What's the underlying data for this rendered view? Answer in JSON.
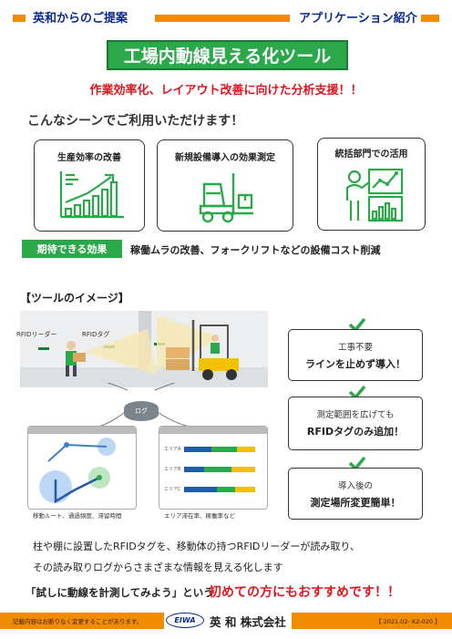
{
  "header": {
    "left_title": "英和からのご提案",
    "right_title": "アプリケーション紹介"
  },
  "title": "工場内動線見える化ツール",
  "subtitle": "作業効率化、レイアウト改善に向けた分析支援！！",
  "scenes": {
    "heading": "こんなシーンでご利用いただけます！",
    "cards": [
      {
        "label": "生産効率の改善",
        "icon": "growth-chart-icon"
      },
      {
        "label": "新規設備導入の効果測定",
        "icon": "forklift-icon"
      },
      {
        "label": "統括部門での活用",
        "icon": "presenter-chart-icon"
      }
    ]
  },
  "effect": {
    "badge": "期待できる効果",
    "text": "稼働ムラの改善、フォークリフトなどの設備コスト削減"
  },
  "tool": {
    "heading": "【ツールのイメージ】",
    "labels": {
      "reader": "RFIDリーダー",
      "tag": "RFIDタグ",
      "log": "ログ",
      "left_caption": "移動ルート、通過頻度、滞留時間",
      "right_caption": "エリア滞在率、稼働率など",
      "areas": [
        "エリアA",
        "エリアB",
        "エリアC"
      ]
    }
  },
  "features": [
    {
      "line1": "工事不要",
      "line2": "ラインを止めず導入！"
    },
    {
      "line1": "測定範囲を広げても",
      "line2": "RFIDタグのみ追加！"
    },
    {
      "line1": "導入後の",
      "line2": "測定場所変更簡単！"
    }
  ],
  "description": [
    "柱や棚に設置したRFIDタグを、移動体の持つRFIDリーダーが読み取り、",
    "その読み取りログからさまざまな情報を見える化します"
  ],
  "cta": {
    "quote": "「試しに動線を計測してみよう」という",
    "highlight": "初めての方にもおすすめです！！"
  },
  "footer": {
    "note": "記載内容はお断りなく変更することがあります。",
    "logo_mark": "EIWA",
    "company": "英 和 株式会社",
    "code": "【 2021.02- K2-020 】"
  },
  "colors": {
    "accent_orange": "#f08c00",
    "brand_green": "#2aa84a",
    "alert_red": "#e0161e",
    "navy": "#0b2a8c"
  }
}
